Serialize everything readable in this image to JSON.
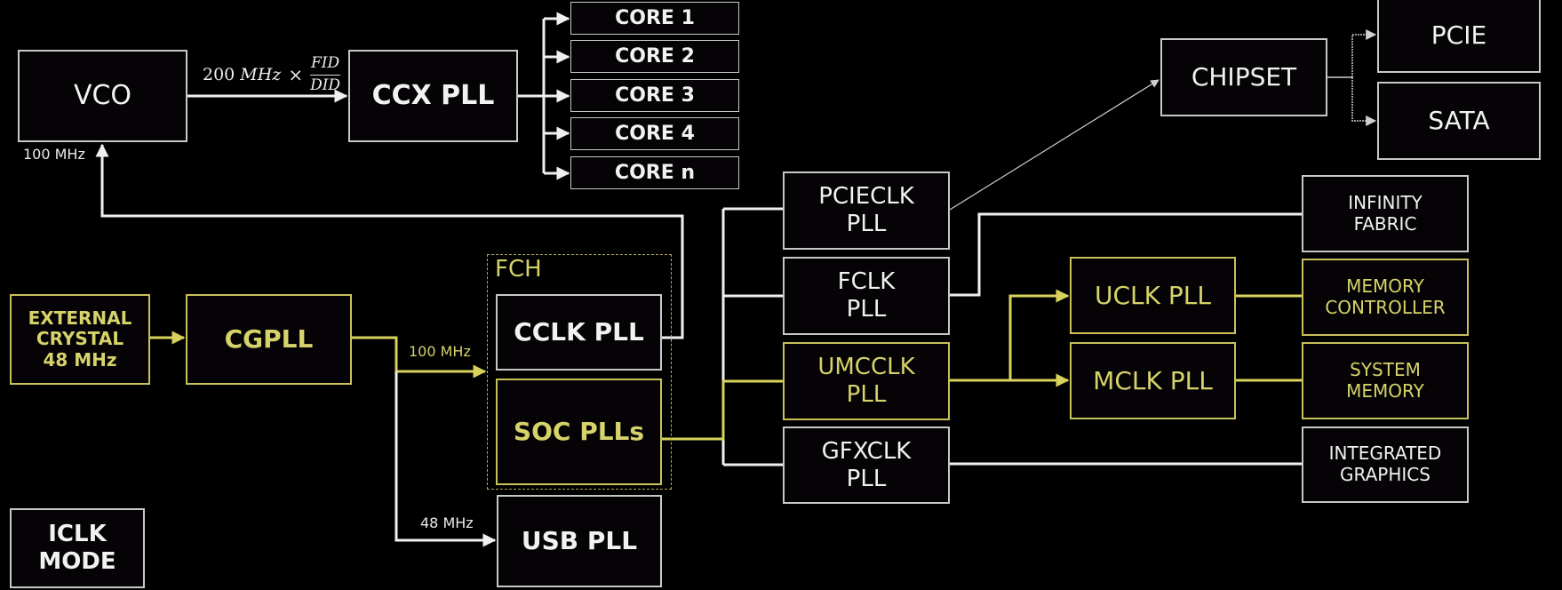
{
  "colors": {
    "white": "#f0f0f0",
    "yellow": "#d8d25c",
    "background": "#000000"
  },
  "nodes": {
    "vco": {
      "label": "VCO"
    },
    "ccx_pll": {
      "label": "CCX PLL"
    },
    "cores": [
      {
        "label": "CORE 1"
      },
      {
        "label": "CORE 2"
      },
      {
        "label": "CORE 3"
      },
      {
        "label": "CORE 4"
      },
      {
        "label": "CORE n"
      }
    ],
    "chipset": {
      "label": "CHIPSET"
    },
    "pcie": {
      "label": "PCIE"
    },
    "sata": {
      "label": "SATA"
    },
    "external_crystal": {
      "label": "EXTERNAL\nCRYSTAL\n48 MHz"
    },
    "cgpll": {
      "label": "CGPLL"
    },
    "fch": {
      "label": "FCH"
    },
    "cclk_pll": {
      "label": "CCLK PLL"
    },
    "soc_plls": {
      "label": "SOC PLLs"
    },
    "usb_pll": {
      "label": "USB PLL"
    },
    "iclk_mode": {
      "label": "ICLK\nMODE"
    },
    "pcieclk_pll": {
      "label": "PCIECLK\nPLL"
    },
    "fclk_pll": {
      "label": "FCLK\nPLL"
    },
    "umcclk_pll": {
      "label": "UMCCLK\nPLL"
    },
    "gfxclk_pll": {
      "label": "GFXCLK\nPLL"
    },
    "uclk_pll": {
      "label": "UCLK PLL"
    },
    "mclk_pll": {
      "label": "MCLK PLL"
    },
    "infinity_fabric": {
      "label": "INFINITY\nFABRIC"
    },
    "memory_controller": {
      "label": "MEMORY\nCONTROLLER"
    },
    "system_memory": {
      "label": "SYSTEM\nMEMORY"
    },
    "integrated_graphics": {
      "label": "INTEGRATED\nGRAPHICS"
    }
  },
  "edge_labels": {
    "vco_ref": "100 MHz",
    "fch_ref": "100 MHz",
    "usb_ref": "48 MHz",
    "ccx_formula": {
      "base": "200",
      "unit": "MHz",
      "op": "×",
      "numerator": "FID",
      "denominator": "DID"
    }
  }
}
